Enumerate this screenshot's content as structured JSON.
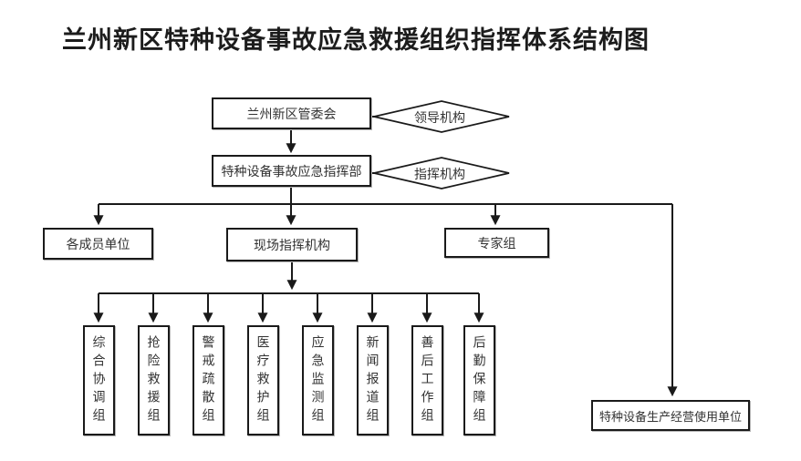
{
  "title": "兰州新区特种设备事故应急救援组织指挥体系结构图",
  "nodes": {
    "top": "兰州新区管委会",
    "command": "特种设备事故应急指挥部",
    "members": "各成员单位",
    "onsite": "现场指挥机构",
    "expert": "专家组",
    "production": "特种设备生产经营使用单位"
  },
  "diamonds": {
    "leadership": "领导机构",
    "command": "指挥机构"
  },
  "groups": [
    "综合协调组",
    "抢险救援组",
    "警戒疏散组",
    "医疗救护组",
    "应急监测组",
    "新闻报道组",
    "善后工作组",
    "后勤保障组"
  ],
  "colors": {
    "line": "#1a1a1a",
    "box_border": "#1a1a1a",
    "background": "#ffffff",
    "text": "#333333"
  }
}
